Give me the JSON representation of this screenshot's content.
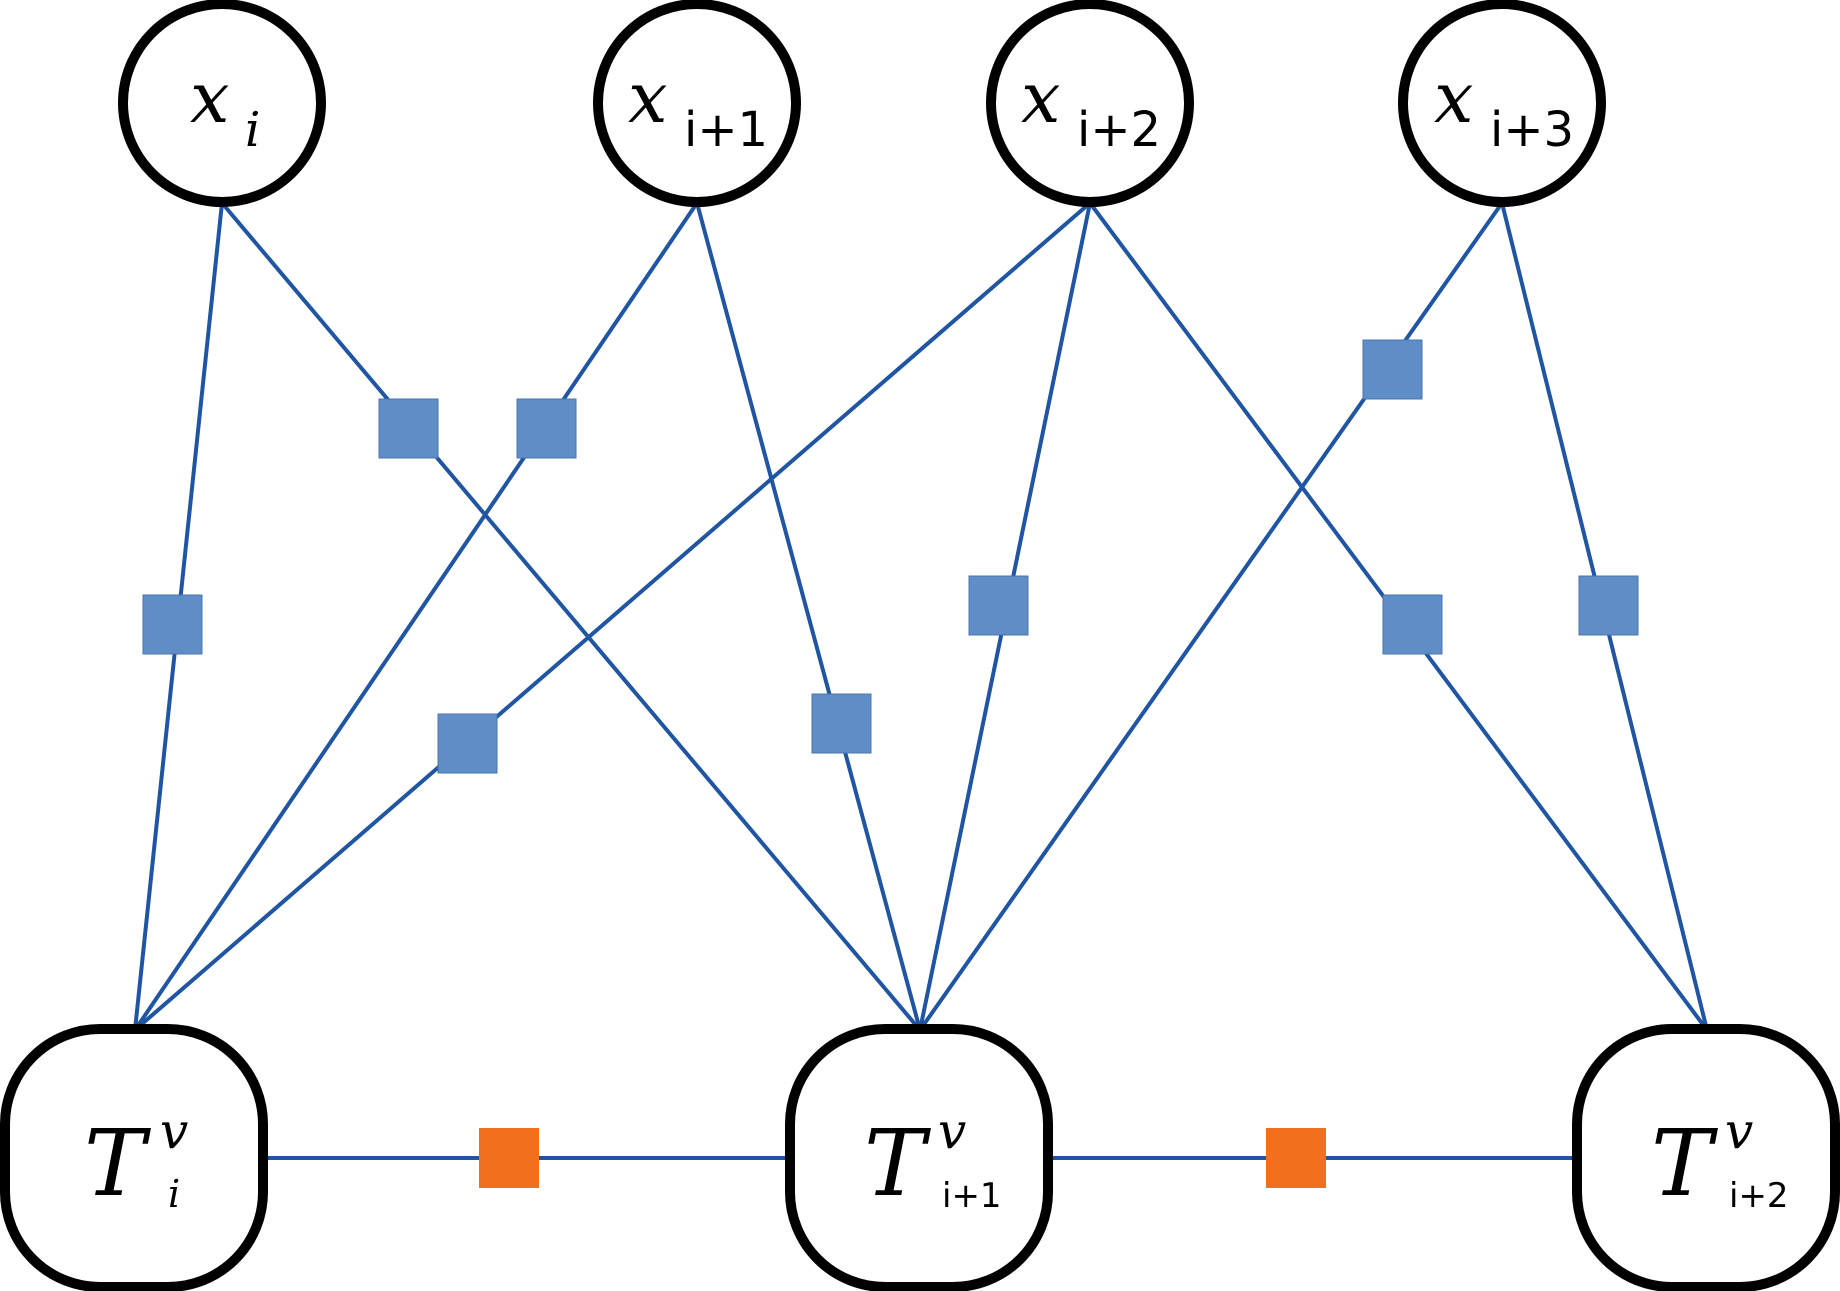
{
  "diagram": {
    "observed_nodes": [
      {
        "id": "x_i",
        "symbol": "x",
        "subscript": "i"
      },
      {
        "id": "x_i1",
        "symbol": "x",
        "subscript": "i+1"
      },
      {
        "id": "x_i2",
        "symbol": "x",
        "subscript": "i+2"
      },
      {
        "id": "x_i3",
        "symbol": "x",
        "subscript": "i+3"
      }
    ],
    "hidden_nodes": [
      {
        "id": "T_i",
        "symbol": "T",
        "superscript": "v",
        "subscript": "i"
      },
      {
        "id": "T_i1",
        "symbol": "T",
        "superscript": "v",
        "subscript": "i+1"
      },
      {
        "id": "T_i2",
        "symbol": "T",
        "superscript": "v",
        "subscript": "i+2"
      }
    ],
    "observation_edges": [
      {
        "from": "x_i",
        "to": "T_i"
      },
      {
        "from": "x_i",
        "to": "T_i1"
      },
      {
        "from": "x_i1",
        "to": "T_i"
      },
      {
        "from": "x_i1",
        "to": "T_i1"
      },
      {
        "from": "x_i2",
        "to": "T_i"
      },
      {
        "from": "x_i2",
        "to": "T_i1"
      },
      {
        "from": "x_i2",
        "to": "T_i2"
      },
      {
        "from": "x_i3",
        "to": "T_i1"
      },
      {
        "from": "x_i3",
        "to": "T_i2"
      }
    ],
    "transition_edges": [
      {
        "from": "T_i",
        "to": "T_i1"
      },
      {
        "from": "T_i1",
        "to": "T_i2"
      }
    ],
    "colors": {
      "edge": "#1f55a3",
      "observation_factor": "#5f8dc5",
      "transition_factor": "#f0701e",
      "node_border": "#000000"
    }
  }
}
